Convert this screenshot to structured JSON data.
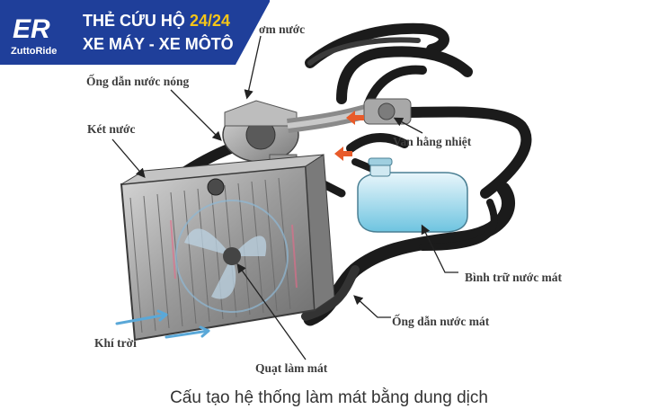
{
  "banner": {
    "logo_mark": "ER",
    "logo_name": "ZuttoRide",
    "line1_prefix": "THẺ CỨU HỘ ",
    "line1_highlight": "24/24",
    "line2": "XE MÁY - XE MÔTÔ",
    "bg_color": "#1f3f9a",
    "highlight_color": "#f5c518"
  },
  "labels": {
    "pump": "ơm nước",
    "hot_pipe": "Ống dẫn nước nóng",
    "radiator": "Két nước",
    "thermostat": "Van hằng nhiệt",
    "reservoir": "Bình trữ nước mát",
    "cool_pipe": "Ống dẫn nước mát",
    "air": "Khí trời",
    "fan": "Quạt làm mát"
  },
  "caption": "Cấu tạo hệ thống làm mát bằng dung dịch"
}
